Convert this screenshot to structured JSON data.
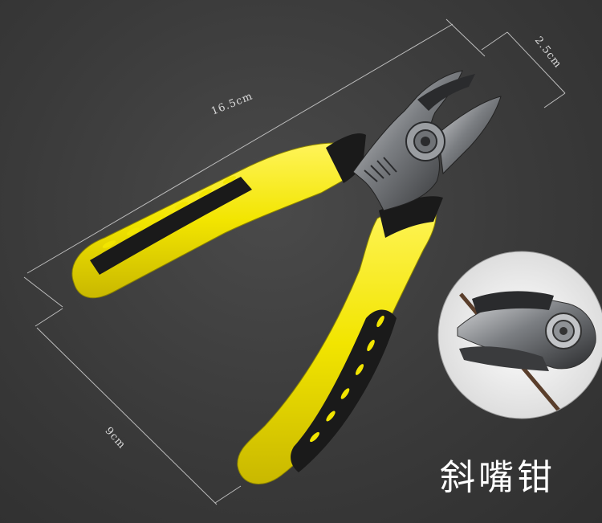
{
  "dimensions": {
    "length": "16.5cm",
    "width": "2.5cm",
    "handle": "9cm"
  },
  "product_title": "斜嘴钳",
  "colors": {
    "background": "#3b3b3b",
    "handle_yellow": "#f2e500",
    "handle_black": "#1a1a1a",
    "steel": "#8a8d91"
  },
  "icons": {
    "product": "diagonal-cutting-pliers",
    "inset": "wire-cutting-closeup"
  }
}
